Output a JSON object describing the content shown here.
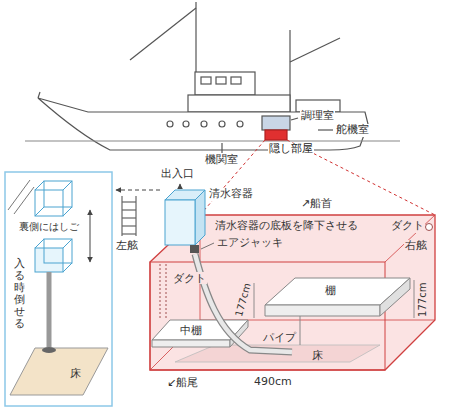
{
  "diagram": {
    "labels": [
      "調理室",
      "舵機室",
      "機関室",
      "隠し部屋",
      "裏側にはしご",
      "入る時倒せる",
      "床",
      "出入口",
      "清水容器",
      "↗船首",
      "ダクト",
      "右舷",
      "左舷",
      "清水容器の底板を降下させる",
      "エアジャッキ",
      "ダクト",
      "棚",
      "中棚",
      "177cm",
      "177cm",
      "パイプ",
      "床",
      "↙船尾",
      "490cm"
    ]
  }
}
